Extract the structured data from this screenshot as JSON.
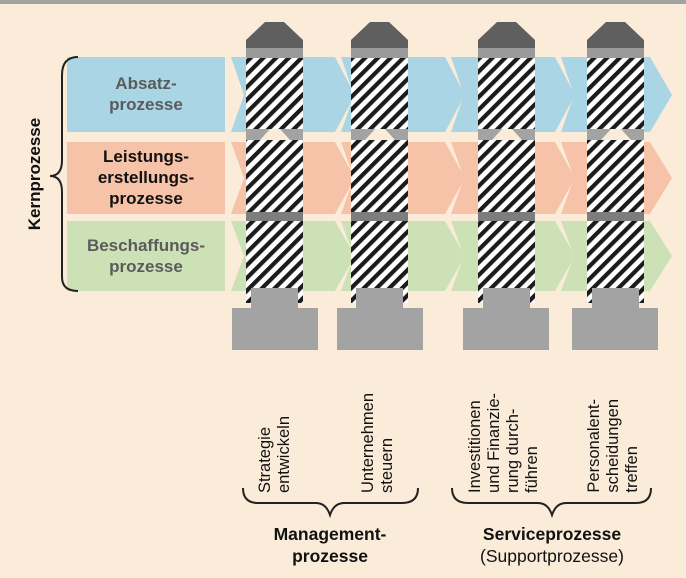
{
  "side_label": "Kernprozesse",
  "core_rows": [
    {
      "line1": "Absatz-",
      "line2": "prozesse",
      "line3": "",
      "color": "#a9d5e4"
    },
    {
      "line1": "Leistungs-",
      "line2": "erstellungs-",
      "line3": "prozesse",
      "color": "#f6c3a8"
    },
    {
      "line1": "Beschaffungs-",
      "line2": "prozesse",
      "line3": "",
      "color": "#cde1b7"
    }
  ],
  "columns": [
    {
      "text": "Strategie\nentwickeln"
    },
    {
      "text": "Unternehmen\nsteuern"
    },
    {
      "text": "Investitionen\nund Finanzie-\nrung durch-\nführen"
    },
    {
      "text": "Personalent-\nscheidungen\ntreffen"
    }
  ],
  "groups": {
    "management": {
      "line1": "Management-",
      "line2": "prozesse"
    },
    "service": {
      "line1": "Serviceprozesse",
      "line2": "(Supportprozesse)"
    }
  },
  "colors": {
    "background": "#fbecd9",
    "pillar_gray": "#a3a3a3",
    "hatch": "#1b1b1b"
  }
}
